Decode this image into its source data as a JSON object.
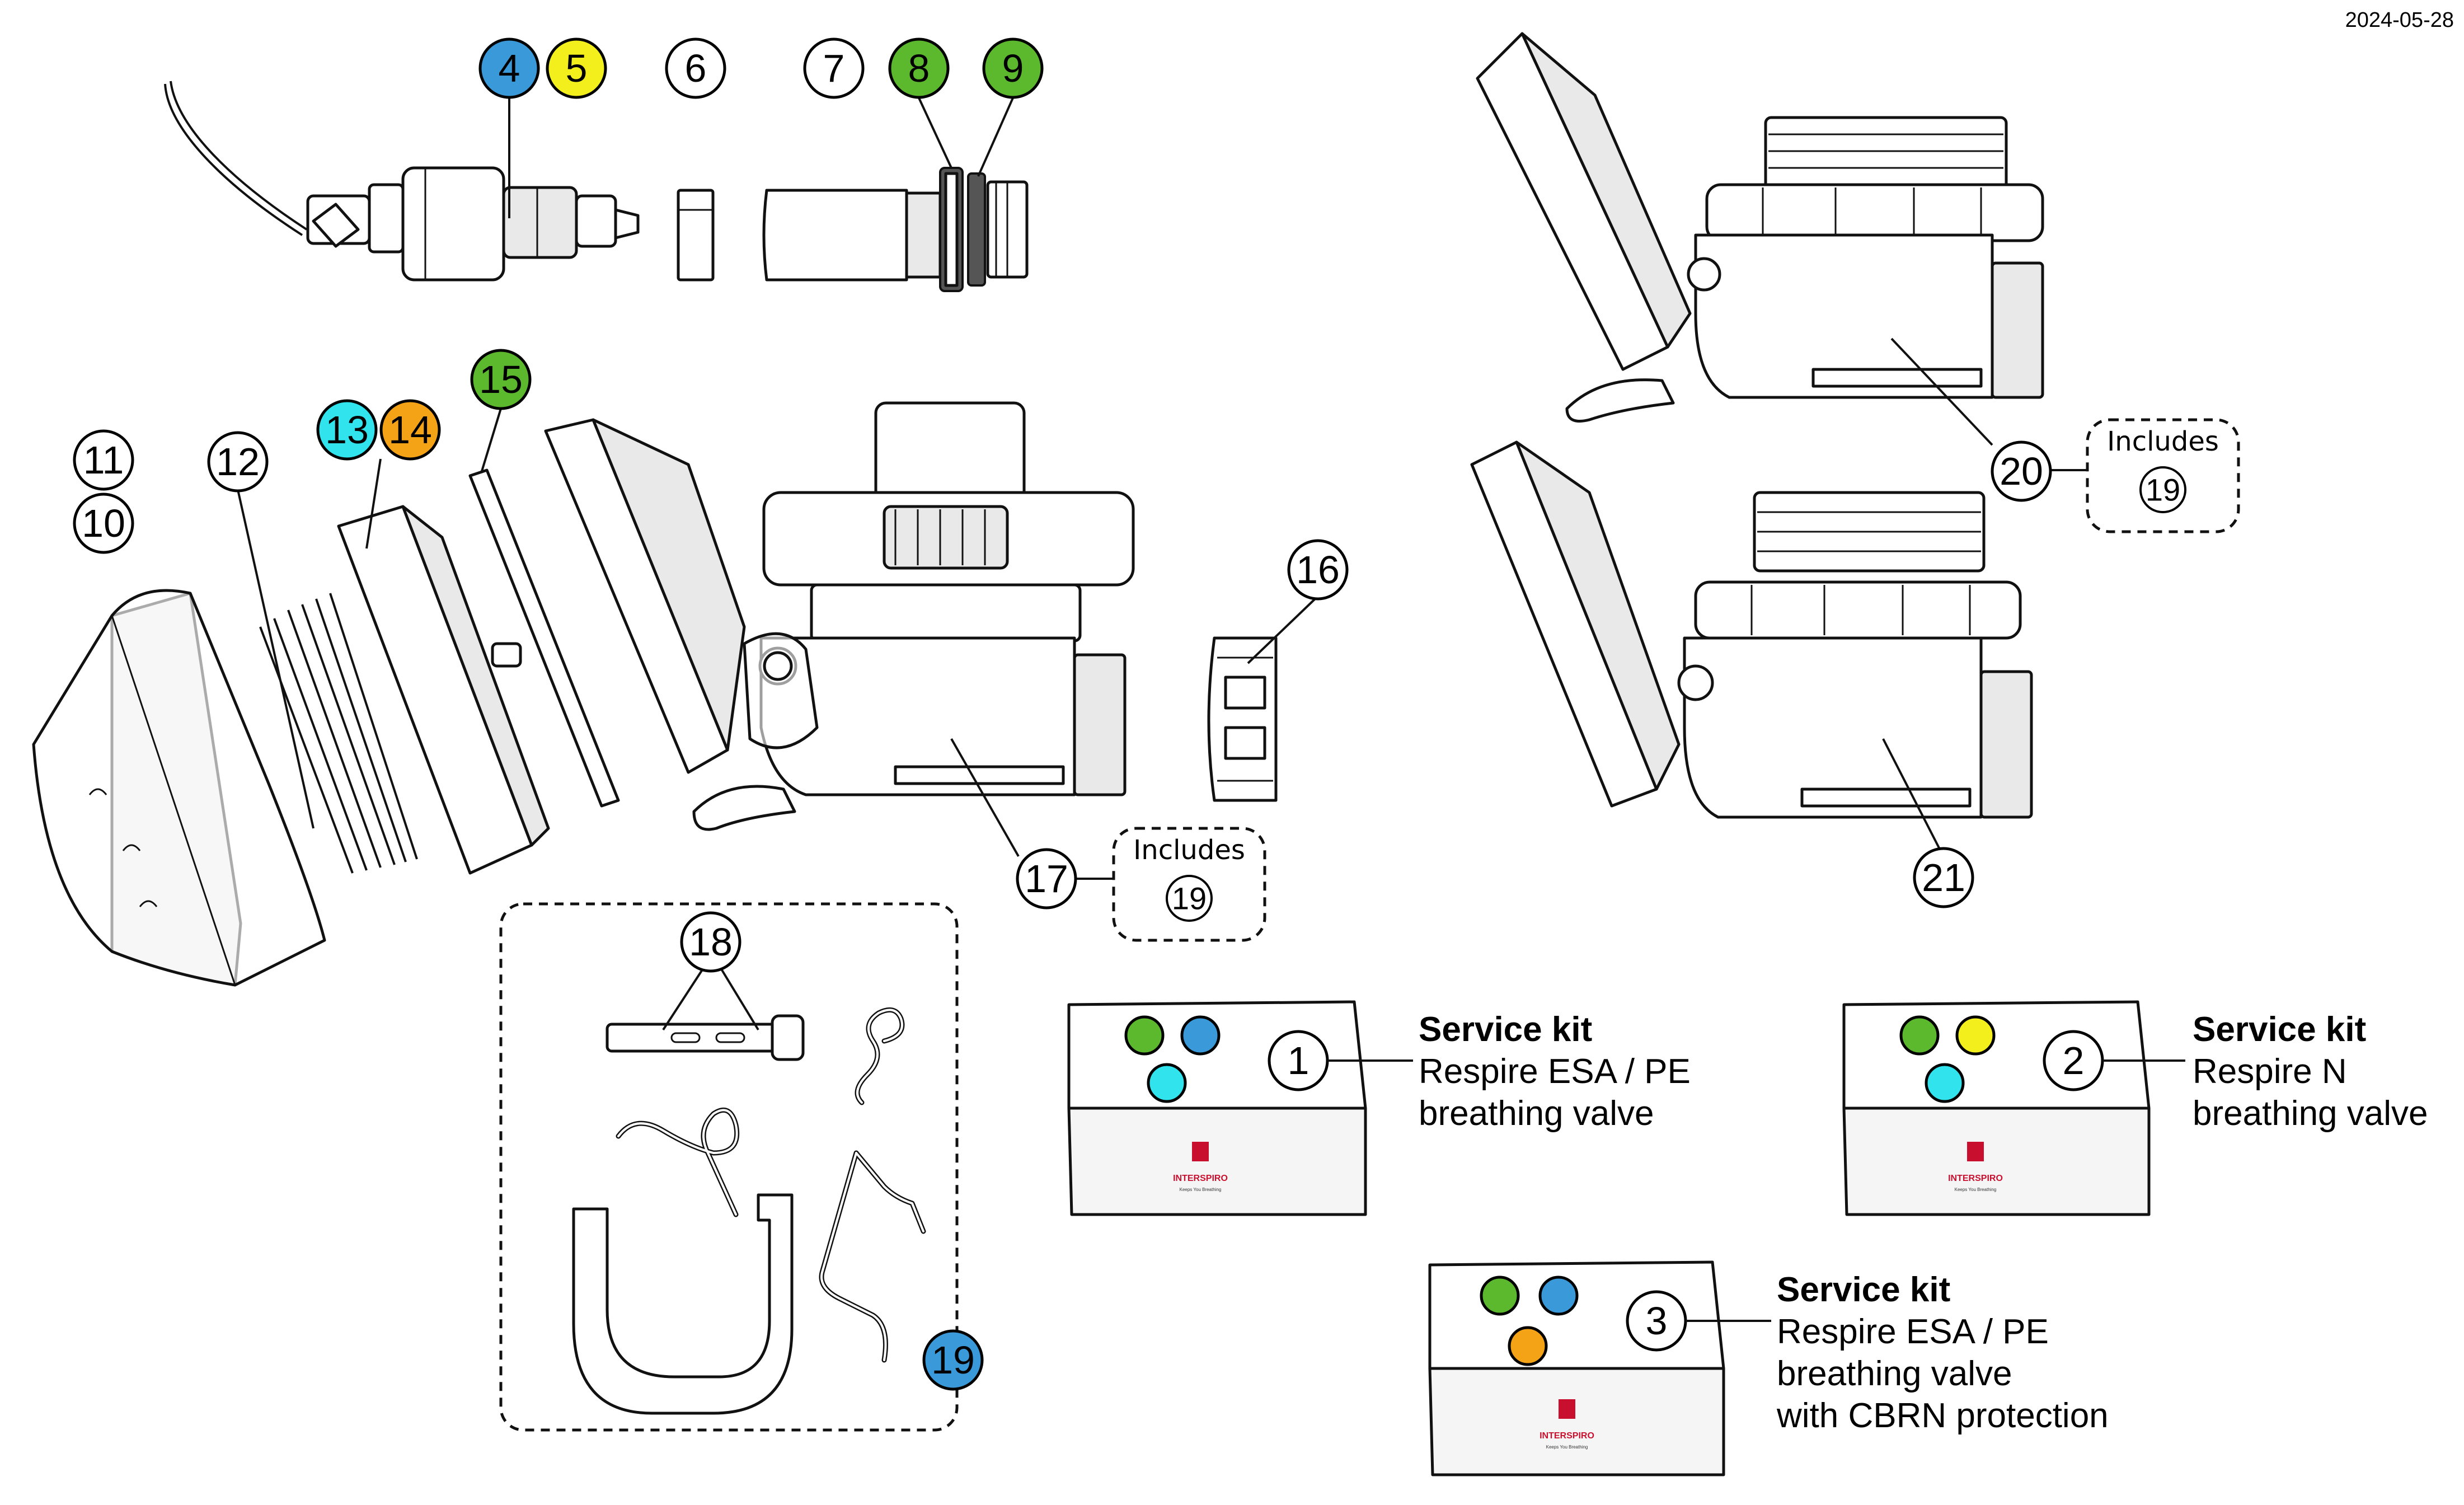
{
  "date": "2024-05-28",
  "colors": {
    "blue": "#3a9ad9",
    "yellow": "#f2ef1d",
    "green": "#5cb82d",
    "cyan": "#31e3ec",
    "orange": "#f5a316",
    "white": "#ffffff"
  },
  "callouts": {
    "c4": "4",
    "c5": "5",
    "c6": "6",
    "c7": "7",
    "c8": "8",
    "c9": "9",
    "c10": "10",
    "c11": "11",
    "c12": "12",
    "c13": "13",
    "c14": "14",
    "c15": "15",
    "c16": "16",
    "c17": "17",
    "c18": "18",
    "c19": "19",
    "c20": "20",
    "c21": "21"
  },
  "includes": [
    {
      "label": "Includes",
      "ref": "19"
    },
    {
      "label": "Includes",
      "ref": "19"
    }
  ],
  "service_kits": [
    {
      "number": "1",
      "title": "Service kit",
      "lines": [
        "Respire ESA / PE",
        "breathing valve"
      ],
      "dots": [
        "green",
        "blue",
        "cyan"
      ]
    },
    {
      "number": "2",
      "title": "Service kit",
      "lines": [
        "Respire N",
        "breathing valve"
      ],
      "dots": [
        "green",
        "yellow",
        "cyan"
      ]
    },
    {
      "number": "3",
      "title": "Service kit",
      "lines": [
        "Respire ESA / PE",
        "breathing valve",
        "with CBRN protection"
      ],
      "dots": [
        "green",
        "blue",
        "orange"
      ]
    }
  ],
  "brand": {
    "name": "INTERSPIRO",
    "tagline": "Keeps You Breathing"
  }
}
